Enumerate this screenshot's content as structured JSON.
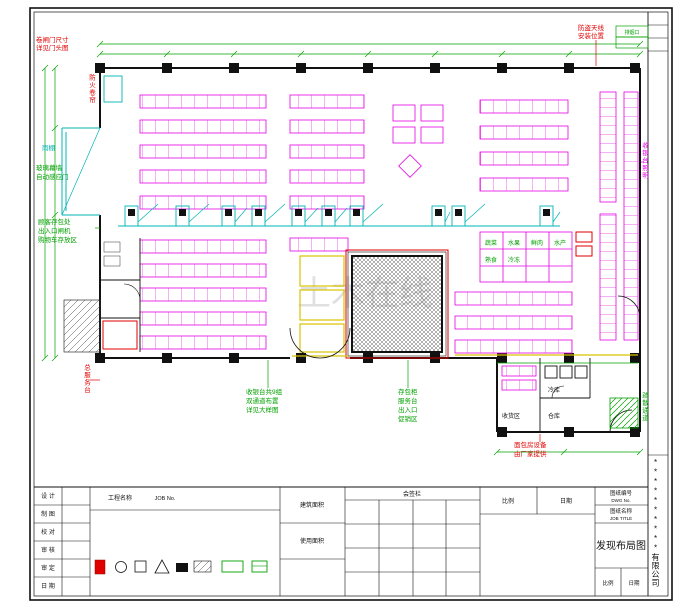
{
  "sheet": {
    "company_vertical": "**********有限公司",
    "watermark": "土木在线"
  },
  "titleblock": {
    "left_rows": [
      "设 计",
      "制 图",
      "校 对",
      "审 核",
      "审 定",
      "日 期"
    ],
    "job_name_label": "工程名称",
    "job_no_label": "JOB No.",
    "area_building_label": "建筑面积",
    "area_usage_label": "使用面积",
    "sign_header": "会签栏",
    "scale_label": "比例",
    "date_label": "日期",
    "dwg_no_label": "图纸编号",
    "dwg_no_en": "DWG No.",
    "title_label": "图纸名称",
    "title_en": "JOB TITLE",
    "drawing_name": "发现布局图"
  },
  "legend": {
    "symbols": [
      "checkout",
      "cart",
      "basket",
      "antenna",
      "column",
      "ramp",
      "shelf-long",
      "shelf-short"
    ]
  },
  "fresh": [
    "蔬菜",
    "水果",
    "鲜肉",
    "水产",
    "熟食",
    "冷冻"
  ],
  "annotations": {
    "a1": "卷闸门尺寸",
    "a2": "详见门头图",
    "a3": "防火卷帘",
    "a4": "雨棚",
    "a5": "玻璃幕墙",
    "a6": "自动感应门",
    "a7": "顾客存包处",
    "a8": "出入口闸机",
    "a9": "购物车存放区",
    "a10": "总服务台",
    "a11": "收银台共9组",
    "a12": "双通道布置",
    "a13": "详见大样图",
    "a14": "存包柜",
    "a15": "服务台",
    "a16": "出入口",
    "a17": "促销区",
    "a18": "面包房设备",
    "a19": "由厂家提供",
    "a20": "收银台照明",
    "a21": "防盗天线",
    "a22": "安装位置",
    "a23": "排烟口",
    "a24": "疏散通道",
    "a25": "收货区",
    "a26": "仓库",
    "a27": "冷库"
  }
}
